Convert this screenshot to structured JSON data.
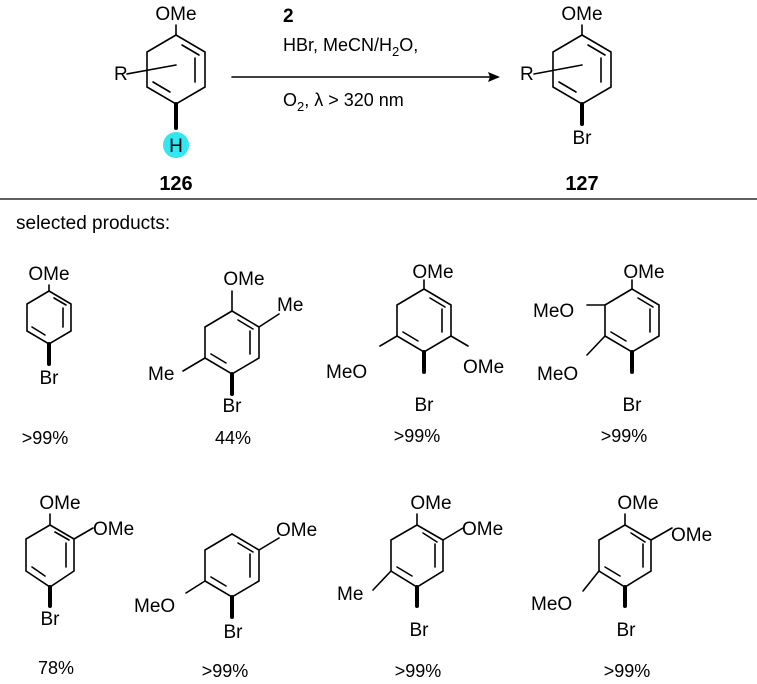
{
  "reaction": {
    "reactant_number": "126",
    "product_number": "127",
    "reactant_labels": {
      "top": "OMe",
      "side": "R",
      "highlight": "H"
    },
    "product_labels": {
      "top": "OMe",
      "side": "R",
      "bottom": "Br"
    },
    "conditions": {
      "reagent": "2",
      "line2_prefix": "HBr, MeCN/H",
      "line2_sub": "2",
      "line2_suffix": "O,",
      "line3_prefix": "O",
      "line3_sub": "2",
      "line3_suffix": ", λ > 320 nm"
    },
    "highlight_color": "#33e6f0"
  },
  "section_label": "selected products:",
  "products": [
    {
      "labels": {
        "top": "OMe",
        "bottom": "Br"
      },
      "yield": ">99%"
    },
    {
      "labels": {
        "top": "OMe",
        "right": "Me",
        "left": "Me",
        "bottom": "Br"
      },
      "yield": "44%"
    },
    {
      "labels": {
        "top": "OMe",
        "right": "OMe",
        "left": "MeO",
        "bottom": "Br"
      },
      "yield": ">99%"
    },
    {
      "labels": {
        "top": "OMe",
        "left_top": "MeO",
        "left_bottom": "MeO",
        "bottom": "Br"
      },
      "yield": ">99%"
    },
    {
      "labels": {
        "top": "OMe",
        "right": "OMe",
        "bottom": "Br"
      },
      "yield": "78%"
    },
    {
      "labels": {
        "right": "OMe",
        "left": "MeO",
        "bottom": "Br"
      },
      "yield": ">99%"
    },
    {
      "labels": {
        "top": "OMe",
        "right": "OMe",
        "left": "Me",
        "bottom": "Br"
      },
      "yield": ">99%"
    },
    {
      "labels": {
        "top": "OMe",
        "right": "OMe",
        "left": "MeO",
        "bottom": "Br"
      },
      "yield": ">99%"
    }
  ]
}
